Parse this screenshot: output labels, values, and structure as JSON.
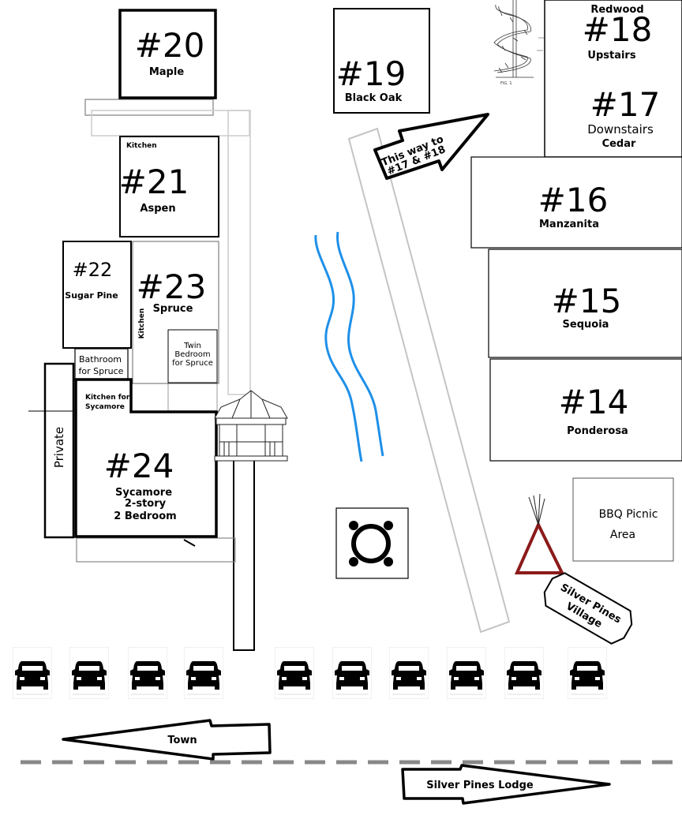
{
  "cabins": {
    "c20": {
      "number": "#20",
      "name": "Maple"
    },
    "c19": {
      "number": "#19",
      "name": "Black Oak"
    },
    "c18": {
      "number": "#18",
      "top_label": "Redwood",
      "name": "Upstairs"
    },
    "c17": {
      "number": "#17",
      "name": "Downstairs",
      "sub": "Cedar"
    },
    "c21": {
      "number": "#21",
      "name": "Aspen",
      "note": "Kitchen"
    },
    "c16": {
      "number": "#16",
      "name": "Manzanita"
    },
    "c22": {
      "number": "#22",
      "name": "Sugar Pine"
    },
    "c23": {
      "number": "#23",
      "name": "Spruce",
      "note": "Kitchen"
    },
    "c15": {
      "number": "#15",
      "name": "Sequoia"
    },
    "c14": {
      "number": "#14",
      "name": "Ponderosa"
    },
    "c24": {
      "number": "#24",
      "name": "Sycamore",
      "line2": "2-story",
      "line3": "2 Bedroom"
    }
  },
  "rooms": {
    "twin_line1": "Twin",
    "twin_line2": "Bedroom",
    "twin_line3": "for Spruce",
    "bath_line1": "Bathroom",
    "bath_line2": "for Spruce",
    "kitchen_syc_line1": "Kitchen for",
    "kitchen_syc_line2": "Sycamore",
    "private": "Private"
  },
  "signs": {
    "this_way_line1": "This way to",
    "this_way_line2": "#17 & #18",
    "bbq_line1": "BBQ Picnic",
    "bbq_line2": "Area",
    "village_line1": "Silver Pines",
    "village_line2": "Village",
    "fig_caption": "FIG. 1"
  },
  "road": {
    "town": "Town",
    "lodge": "Silver Pines Lodge"
  },
  "colors": {
    "stream": "#1e90e8",
    "tipi": "#8b1a1a",
    "path_gray": "#bbbbbb"
  },
  "icons": [
    "gazebo-icon",
    "spiral-staircase-icon",
    "fire-pit-icon",
    "tipi-icon",
    "car-icon"
  ]
}
